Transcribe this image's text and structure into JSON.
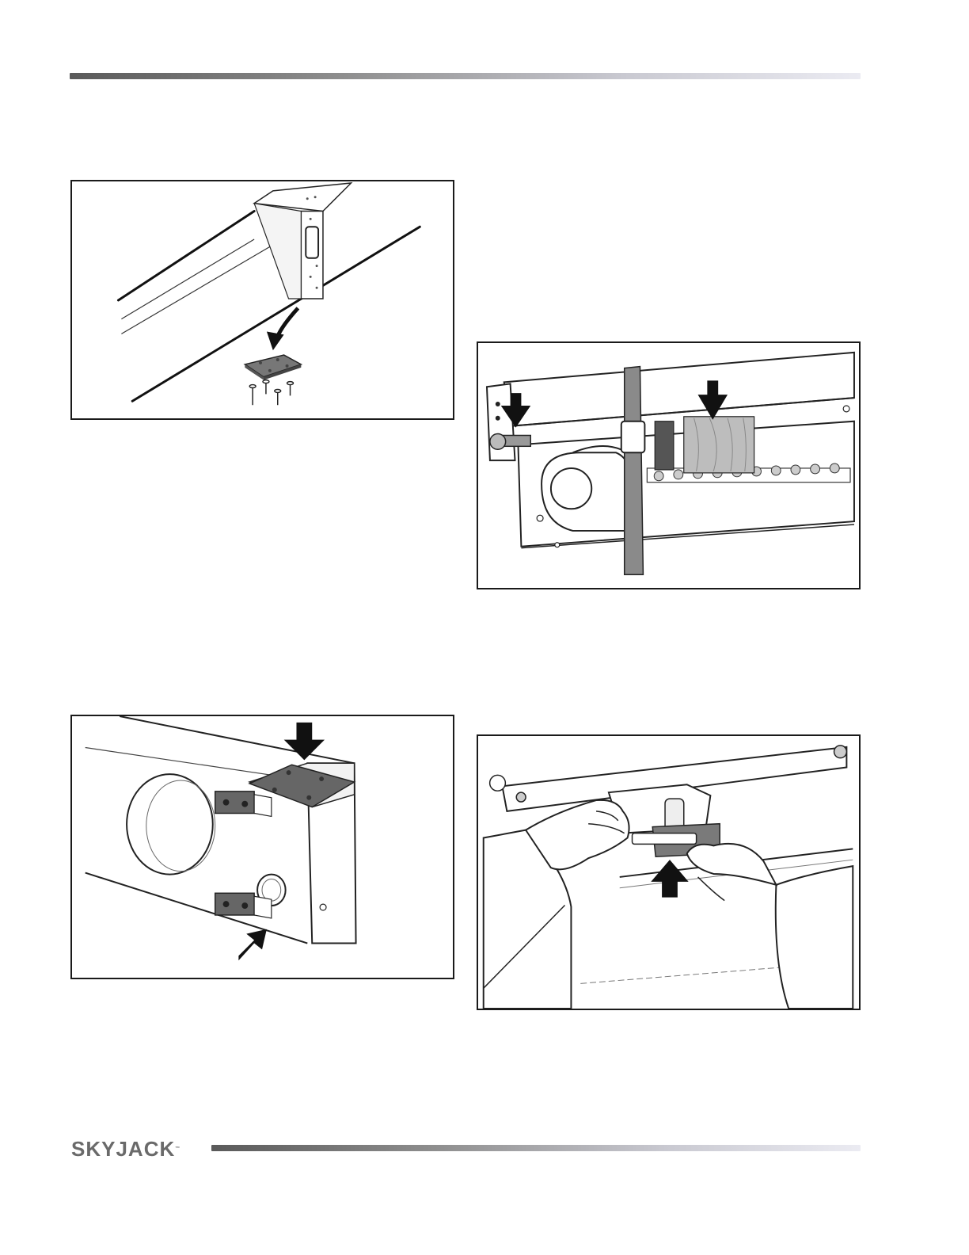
{
  "brand": {
    "logo_text": "SKYJACK",
    "logo_mark": "™",
    "colors": {
      "bar_dark": "#5a5a5a",
      "bar_light": "#ebebf2",
      "logo_gray": "#6a6a6a"
    }
  },
  "figures": [
    {
      "id": "fig-1",
      "icon": "slide-pad-removal-illustration"
    },
    {
      "id": "fig-2",
      "icon": "strapped-platform-with-wood-block-illustration"
    },
    {
      "id": "fig-3",
      "icon": "wear-pad-locations-illustration"
    },
    {
      "id": "fig-4",
      "icon": "hands-installing-wear-pad-illustration"
    }
  ]
}
